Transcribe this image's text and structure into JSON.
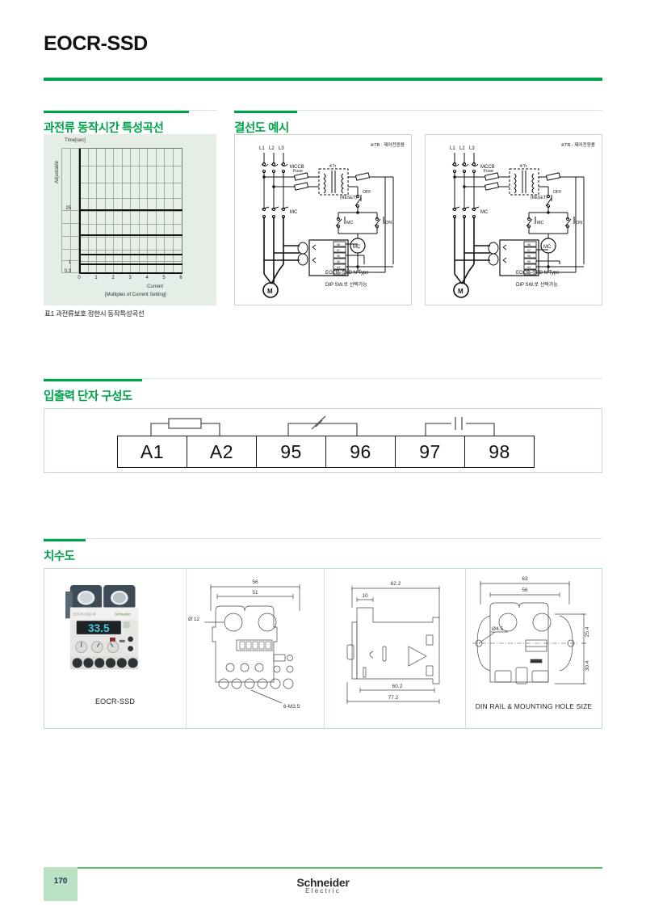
{
  "document": {
    "title": "EOCR-SSD",
    "page_number": "170",
    "brand_line1": "Schneider",
    "brand_line2": "Electric",
    "accent_color": "#00a14b",
    "footer_rule_color": "#56c271",
    "page_tab_color": "#b9e3c4"
  },
  "sections": {
    "curve": {
      "heading": "과전류 동작시간 특성곡선",
      "caption": "표1 과전류보호 정한시 동작특성곡선"
    },
    "wiring": {
      "heading": "결선도 예시"
    },
    "terminal": {
      "heading": "입출력 단자 구성도"
    },
    "dimension": {
      "heading": "치수도"
    }
  },
  "chart_data": {
    "type": "line",
    "title": "Time[sec]",
    "xlabel": "Current",
    "xlabel_sub": "[Multiples of Current Setting]",
    "ylabel": "Adjustable",
    "x_ticks": [
      "0",
      "1",
      "2",
      "3",
      "4",
      "5",
      "6"
    ],
    "y_ticks": [
      "25",
      "1",
      "0.3"
    ],
    "xlim": [
      0,
      6
    ],
    "grid": true,
    "legend": "none",
    "series": [
      {
        "name": "curve-25s",
        "y": 25,
        "x_start": 1,
        "x_end": 6
      },
      {
        "name": "curve-10s",
        "y": 10,
        "x_start": 1,
        "x_end": 6
      },
      {
        "name": "curve-4s",
        "y": 4,
        "x_start": 1,
        "x_end": 6
      },
      {
        "name": "curve-1s",
        "y": 1,
        "x_start": 1,
        "x_end": 6
      },
      {
        "name": "curve-0.3s",
        "y": 0.3,
        "x_start": 1,
        "x_end": 6
      }
    ]
  },
  "wiring_diagrams": [
    {
      "name": "diagram-left",
      "note": "※TR : 제어전원용",
      "phase_labels": [
        "L1",
        "L2",
        "L3"
      ],
      "breaker_label": "MCCB",
      "fuse_label": "Fuse",
      "transformer_label": "※Tr",
      "contactor_label": "MC",
      "stop_label_1": "OFF",
      "stop_label_2": "(RESET)",
      "start_label": "ON",
      "coil_label": "MC",
      "motor_label": "M",
      "terminals": [
        "98",
        "97",
        "96",
        "95",
        "A2",
        "A1"
      ],
      "caption_line1": "EOCR–SSD N Type",
      "caption_line2": "DIP SW.로 선택가능"
    },
    {
      "name": "diagram-right",
      "note": "※TR : 제어전원용",
      "phase_labels": [
        "L1",
        "L2",
        "L3"
      ],
      "breaker_label": "MCCB",
      "fuse_label": "Fuse",
      "transformer_label": "※Tr",
      "contactor_label": "MC",
      "stop_label_1": "OFF",
      "stop_label_2": "(RESET)",
      "start_label": "ON",
      "coil_label": "MC",
      "motor_label": "M",
      "terminals": [
        "98",
        "97",
        "96",
        "95",
        "A2",
        "A1"
      ],
      "caption_line1": "EOCR–SSD N Type",
      "caption_line2": "DIP SW.로 선택가능"
    }
  ],
  "terminal_block": {
    "cells": [
      "A1",
      "A2",
      "95",
      "96",
      "97",
      "98"
    ],
    "links": [
      {
        "between": "A1-A2",
        "symbol": "coil-rectangle"
      },
      {
        "between": "95-96",
        "symbol": "normally-closed-contact"
      },
      {
        "between": "97-98",
        "symbol": "normally-open-contact"
      }
    ]
  },
  "dimensions": {
    "product_caption": "EOCR-SSD",
    "product_display_value": "33.5",
    "front_view": {
      "width_outer": "56",
      "width_inner": "51",
      "hole_diameter": "Ø 12",
      "screw_note": "6-M3.5"
    },
    "side_view": {
      "depth_total": "62.2",
      "tab_width": "10",
      "depth_inner": "60.2",
      "height_total": "77.2"
    },
    "rail_view": {
      "width_outer": "63",
      "width_inner": "56",
      "hole_diameter": "Ø4.5",
      "height_upper": "25.4",
      "height_lower": "30.4",
      "caption": "DIN RAIL & MOUNTING HOLE SIZE"
    }
  }
}
